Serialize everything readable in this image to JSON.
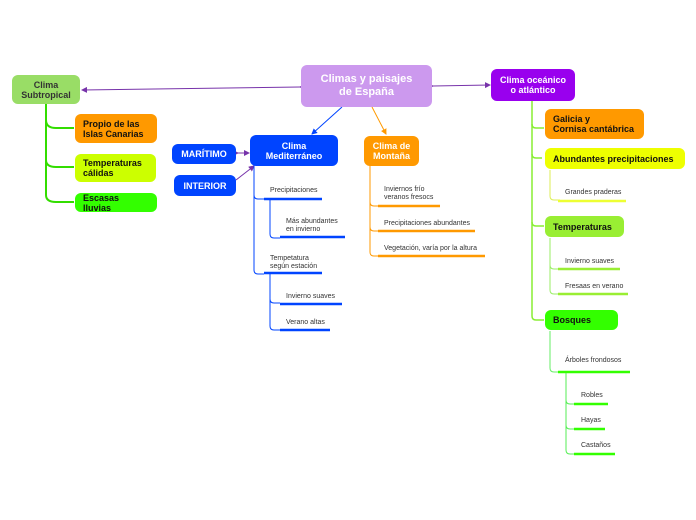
{
  "root": "Climas y paisajes\nde España",
  "subtropical": {
    "title": "Clima\nSubtropical",
    "items": [
      "Propio de las\nIslas Canarias",
      "Temperaturas\ncálidas",
      "Escasas lluvias"
    ]
  },
  "oceanico": {
    "title": "Clima oceánico\no atlántico",
    "region": "Galicia y\nCornisa cantábrica",
    "precip": "Abundantes precipitaciones",
    "praderas": "Grandes praderas",
    "temperaturas": "Temperaturas",
    "invierno": "Invierno suaves",
    "verano": "Fresaas en verano",
    "bosques": "Bosques",
    "arboles": "Árboles frondosos",
    "especies": [
      "Robles",
      "Hayas",
      "Castaños"
    ]
  },
  "mediterraneo": {
    "title": "Clima\nMediterráneo",
    "maritimo": "MARÍTIMO",
    "interior": "INTERIOR",
    "precip": "Precipitaciones",
    "precip_detail": "Más abundantes\nen invierno",
    "temp": "Tempetatura\nsegún estación",
    "invierno": "Invierno suaves",
    "verano": "Verano altas"
  },
  "montana": {
    "title": "Clima de\nMontaña",
    "items": [
      "Inviernos frío\nveranos fresocs",
      "Precipitaciones abundantes",
      "Vegetación, varía por la altura"
    ]
  },
  "colors": {
    "root": "#cc99ee",
    "subtropical": "#99dd66",
    "oceanico": "#9900ee",
    "mediterraneo": "#0044ff",
    "montana": "#ff9900",
    "yellow": "#ccff00",
    "green": "#33ff00"
  }
}
